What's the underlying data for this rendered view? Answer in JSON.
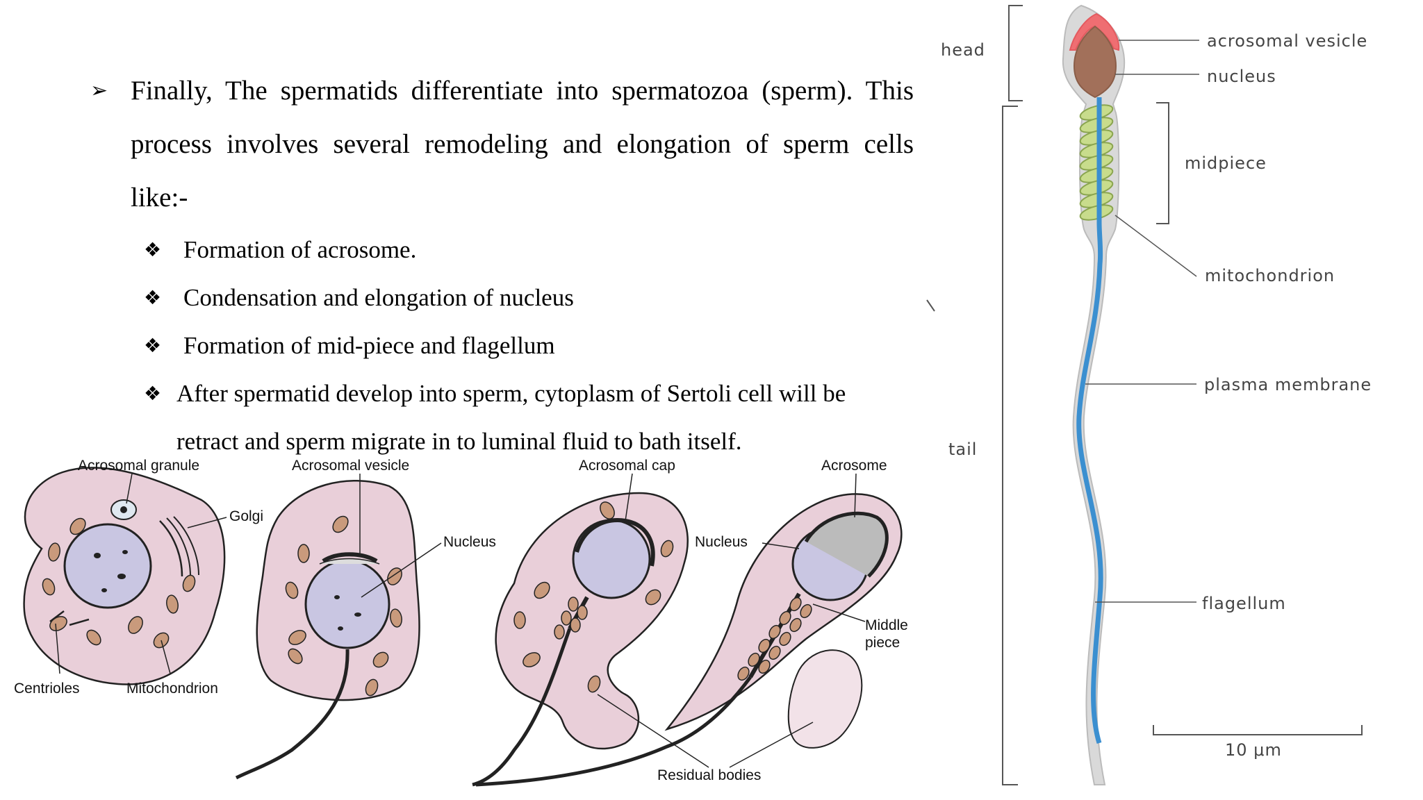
{
  "slide": {
    "main_bullet": "Finally, The spermatids differentiate into spermatozoa (sperm). This process involves several remodeling and elongation of sperm cells like:-",
    "sub_items": [
      "Formation of acrosome.",
      "Condensation and elongation of nucleus",
      "Formation of mid-piece and flagellum",
      "After spermatid develop into sperm, cytoplasm of Sertoli cell will be retract and sperm migrate in to luminal fluid to bath itself."
    ]
  },
  "spermiogenesis_diagram": {
    "labels": {
      "acrosomal_granule": "Acrosomal granule",
      "golgi": "Golgi",
      "centrioles": "Centrioles",
      "mitochondrion": "Mitochondrion",
      "acrosomal_vesicle": "Acrosomal vesicle",
      "nucleus_1": "Nucleus",
      "acrosomal_cap": "Acrosomal cap",
      "nucleus_2": "Nucleus",
      "acrosome": "Acrosome",
      "middle_piece_1": "Middle",
      "middle_piece_2": "piece",
      "residual_bodies": "Residual bodies"
    },
    "colors": {
      "cytoplasm": "#e9cfd9",
      "nucleus": "#c9c6e2",
      "mitochondria": "#c99a7c"
    }
  },
  "sperm_diagram": {
    "labels": {
      "head": "head",
      "tail": "tail",
      "acrosomal_vesicle": "acrosomal vesicle",
      "nucleus": "nucleus",
      "midpiece": "midpiece",
      "mitochondrion": "mitochondrion",
      "plasma_membrane": "plasma membrane",
      "flagellum": "flagellum",
      "scale": "10 μm"
    },
    "colors": {
      "acrosome": "#ef6e72",
      "nucleus": "#a2705a",
      "mitochondria": "#c8dc8c",
      "flagellum": "#3b8fd0",
      "membrane": "#c0c0c0"
    }
  }
}
